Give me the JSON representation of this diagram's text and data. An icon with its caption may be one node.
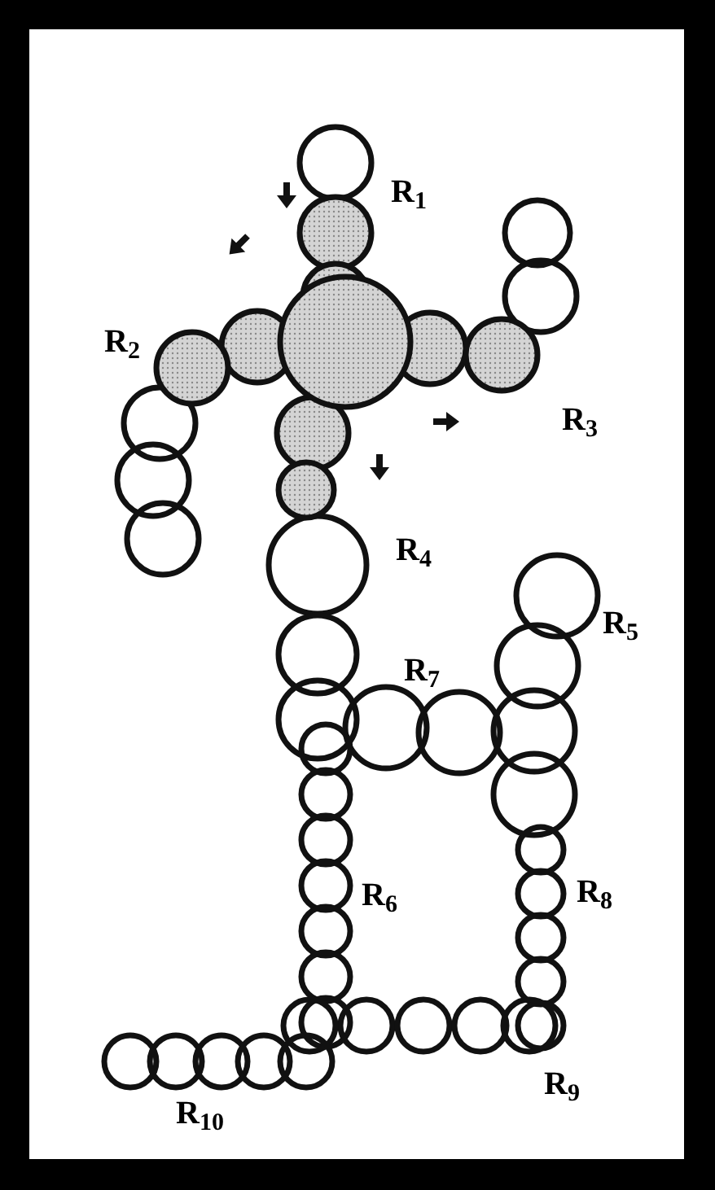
{
  "diagram": {
    "labels": [
      "R$_{1}$",
      "R$_{2}$",
      "R$_{3}$",
      "R$_{4}$",
      "R$_{5}$",
      "R$_{7}$",
      "R$_{6}$",
      "R$_{8}$",
      "R$_{9}$",
      "R$_{10}$"
    ]
  }
}
